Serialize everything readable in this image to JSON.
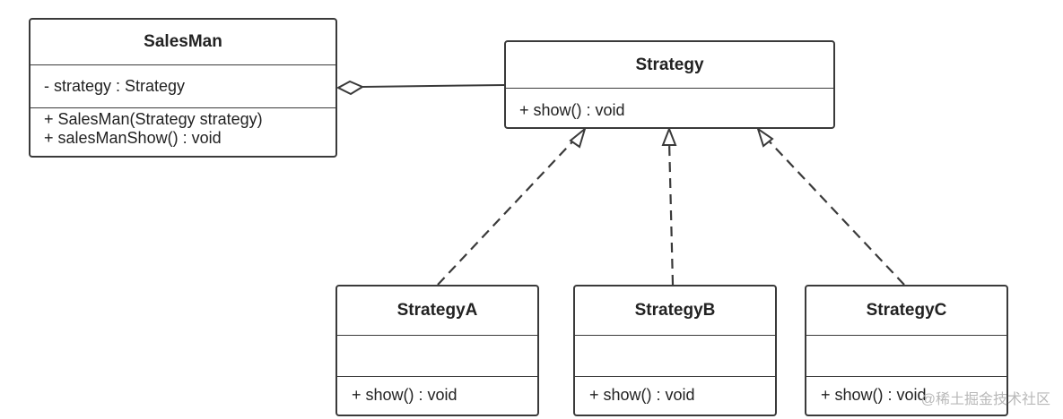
{
  "classes": {
    "salesman": {
      "name": "SalesMan",
      "attributes": [
        "- strategy : Strategy"
      ],
      "operations": [
        "+ SalesMan(Strategy strategy)",
        "+ salesManShow() : void"
      ]
    },
    "strategy": {
      "name": "Strategy",
      "attributes": [],
      "operations": [
        "+ show() : void"
      ]
    },
    "strategy_a": {
      "name": "StrategyA",
      "attributes": [],
      "operations": [
        "+ show() : void"
      ]
    },
    "strategy_b": {
      "name": "StrategyB",
      "attributes": [],
      "operations": [
        "+ show() : void"
      ]
    },
    "strategy_c": {
      "name": "StrategyC",
      "attributes": [],
      "operations": [
        "+ show() : void"
      ]
    }
  },
  "relationships": [
    {
      "type": "aggregation",
      "whole": "SalesMan",
      "part": "Strategy"
    },
    {
      "type": "realization",
      "from": "StrategyA",
      "to": "Strategy"
    },
    {
      "type": "realization",
      "from": "StrategyB",
      "to": "Strategy"
    },
    {
      "type": "realization",
      "from": "StrategyC",
      "to": "Strategy"
    }
  ],
  "watermark": "@稀土掘金技术社区",
  "colors": {
    "line": "#3a3a3a",
    "text": "#222222",
    "background": "#ffffff",
    "watermark": "#b8b8b8"
  }
}
